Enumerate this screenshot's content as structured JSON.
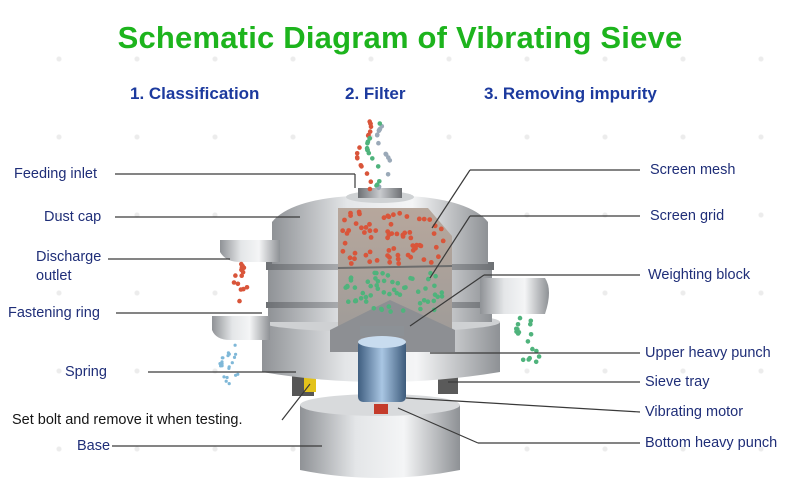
{
  "title": "Schematic Diagram of Vibrating Sieve",
  "functions": [
    "1. Classification",
    "2.  Filter",
    "3. Removing impurity"
  ],
  "labels_left": {
    "feeding_inlet": "Feeding inlet",
    "dust_cap": "Dust cap",
    "discharge_outlet_1": "Discharge",
    "discharge_outlet_2": "outlet",
    "fastening_ring": "Fastening ring",
    "spring": "Spring",
    "set_bolt": "Set bolt and remove it when testing.",
    "base": "Base"
  },
  "labels_right": {
    "screen_mesh": "Screen mesh",
    "screen_grid": "Screen grid",
    "weighting_block": "Weighting block",
    "upper_heavy_punch": "Upper heavy punch",
    "sieve_tray": "Sieve tray",
    "vibrating_motor": "Vibrating motor",
    "bottom_heavy_punch": "Bottom heavy punch"
  },
  "colors": {
    "title": "#1db41d",
    "subtitle": "#1c3a9e",
    "label": "#1f2e78",
    "coarse_particles": "#d9553a",
    "fine_particles": "#4fb37c",
    "powder_particles": "#7fb8d8"
  }
}
